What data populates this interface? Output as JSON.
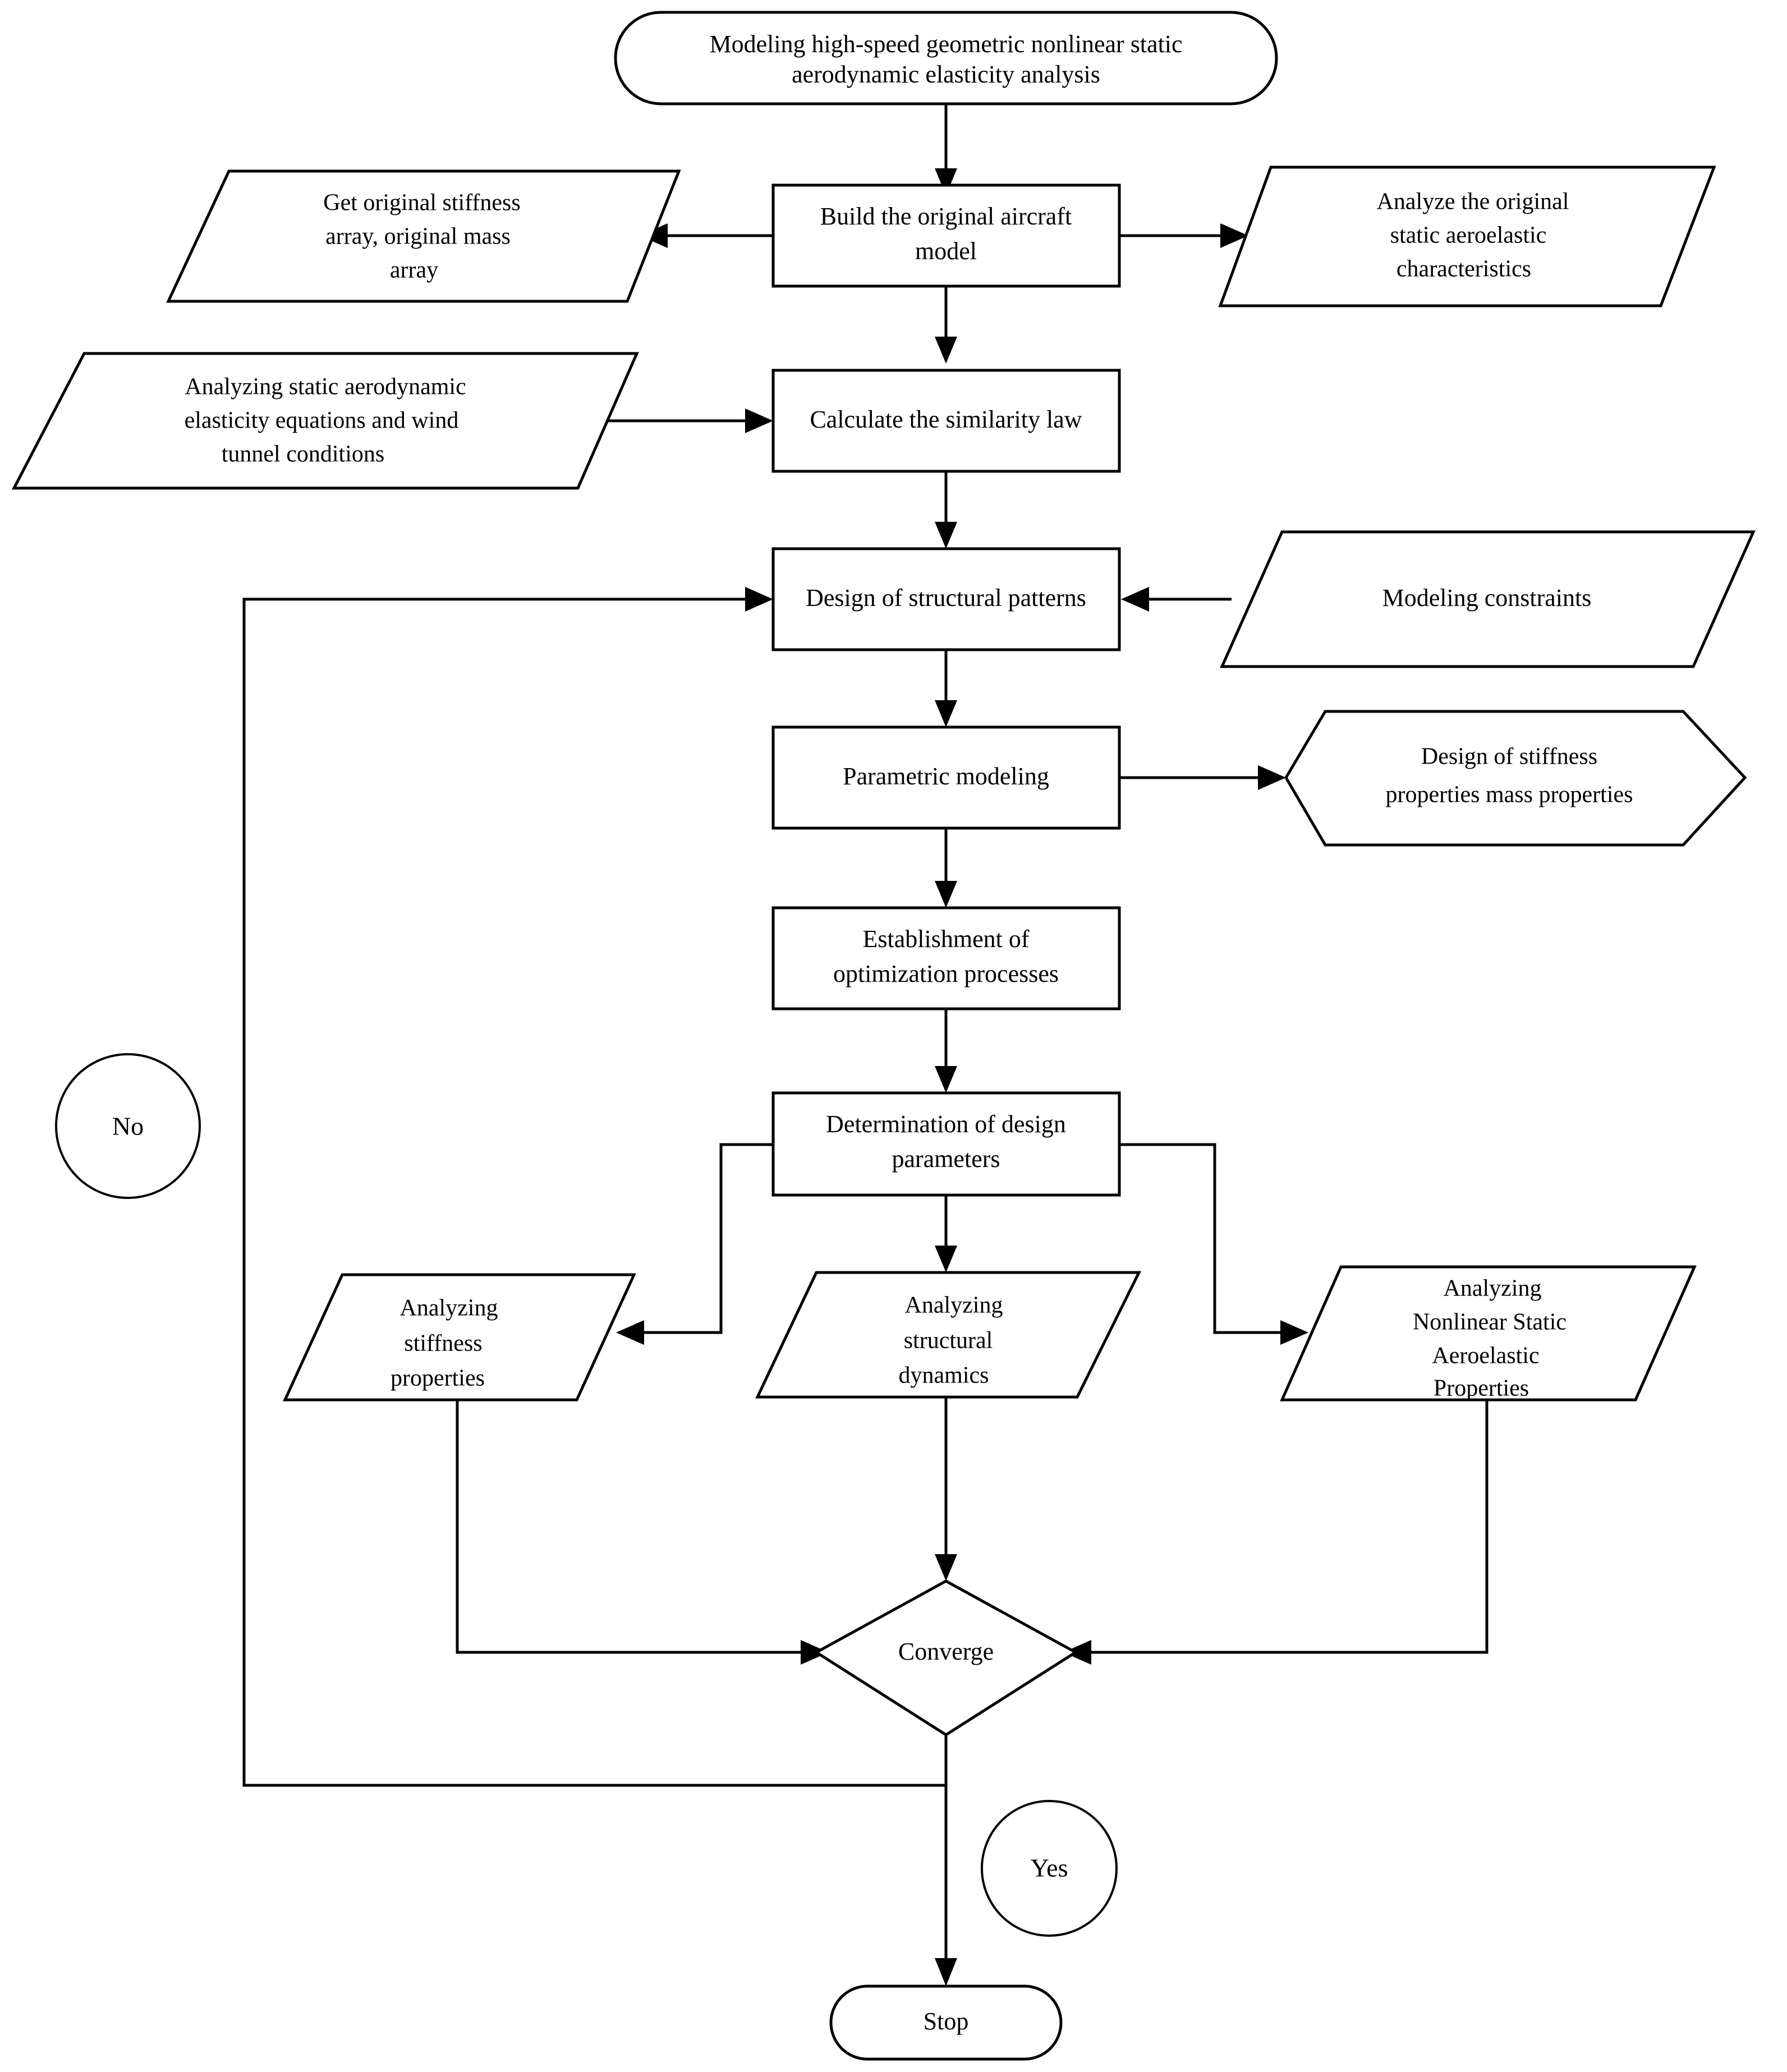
{
  "diagram": {
    "title": "Modeling high-speed geometric nonlinear static aerodynamic elasticity analysis flowchart",
    "type": "flowchart",
    "background_color": "#ffffff",
    "line_color": "#000000",
    "nodes": {
      "start": {
        "shape": "terminator",
        "line1": "Modeling high-speed geometric nonlinear static",
        "line2": "aerodynamic elasticity analysis"
      },
      "build_model": {
        "shape": "process",
        "line1": "Build the original aircraft",
        "line2": "model"
      },
      "get_stiffness": {
        "shape": "data",
        "line1": "Get original stiffness",
        "line2": "array, original mass",
        "line3": "array"
      },
      "analyze_original": {
        "shape": "data",
        "line1": "Analyze the original",
        "line2": "static aeroelastic",
        "line3": "characteristics"
      },
      "similarity_law": {
        "shape": "process",
        "line1": "Calculate the similarity law"
      },
      "static_aero_equations": {
        "shape": "data",
        "line1": "Analyzing static aerodynamic",
        "line2": "elasticity equations and wind",
        "line3": "tunnel conditions"
      },
      "structural_patterns": {
        "shape": "process",
        "line1": "Design of structural patterns"
      },
      "modeling_constraints": {
        "shape": "data",
        "line1": "Modeling constraints"
      },
      "parametric_modeling": {
        "shape": "process",
        "line1": "Parametric modeling"
      },
      "stiffness_mass_design": {
        "shape": "hexagon",
        "line1": "Design of stiffness",
        "line2": "properties mass properties"
      },
      "optimization_processes": {
        "shape": "process",
        "line1": "Establishment of",
        "line2": "optimization processes"
      },
      "design_parameters": {
        "shape": "process",
        "line1": "Determination of design",
        "line2": "parameters"
      },
      "analyzing_stiffness": {
        "shape": "data",
        "line1": "Analyzing",
        "line2": "stiffness",
        "line3": "properties"
      },
      "analyzing_structural_dynamics": {
        "shape": "data",
        "line1": "Analyzing",
        "line2": "structural",
        "line3": "dynamics"
      },
      "analyzing_nonlinear": {
        "shape": "data",
        "line1": "Analyzing",
        "line2": "Nonlinear Static",
        "line3": "Aeroelastic",
        "line4": "Properties"
      },
      "converge": {
        "shape": "decision",
        "line1": "Converge"
      },
      "no_label": {
        "shape": "circle",
        "line1": "No"
      },
      "yes_label": {
        "shape": "circle",
        "line1": "Yes"
      },
      "stop": {
        "shape": "terminator",
        "line1": "Stop"
      }
    }
  }
}
